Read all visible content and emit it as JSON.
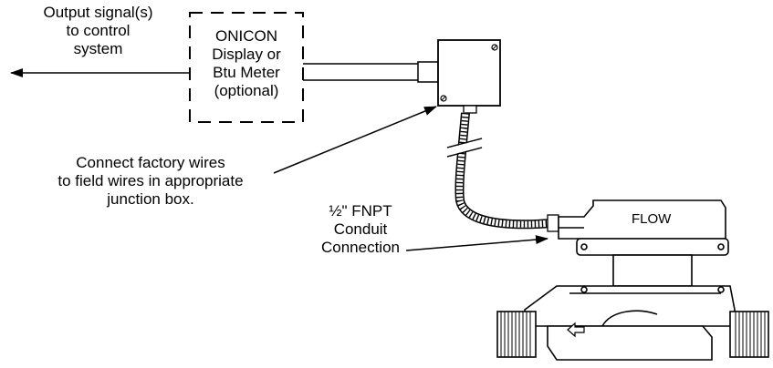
{
  "labels": {
    "output_signal": [
      "Output signal(s)",
      "to control",
      "system"
    ],
    "display_box": [
      "ONICON",
      "Display or",
      "Btu Meter",
      "(optional)"
    ],
    "factory_wires": [
      "Connect factory wires",
      "to field wires in appropriate",
      "junction box."
    ],
    "conduit": [
      "½\" FNPT",
      "Conduit",
      "Connection"
    ],
    "flow": "FLOW"
  },
  "icons": [
    "junction-box-icon",
    "flexible-conduit-icon",
    "flow-meter-icon",
    "flow-direction-arrow-icon"
  ]
}
